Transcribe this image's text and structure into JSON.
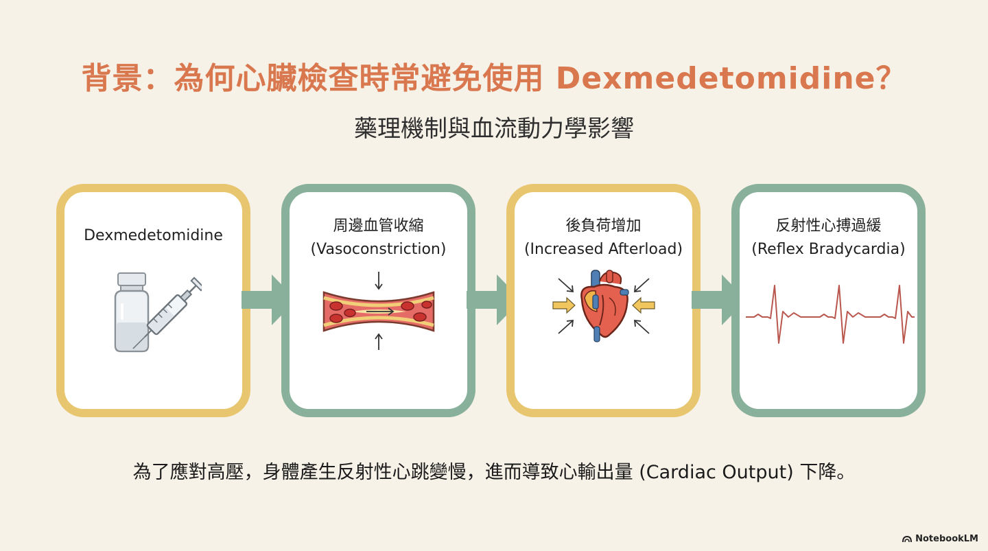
{
  "header": {
    "title": "背景：為何心臟檢查時常避免使用 Dexmedetomidine？",
    "subtitle": "藥理機制與血流動力學影響"
  },
  "steps": [
    {
      "title": "Dexmedetomidine",
      "subtitle": "",
      "icon": "syringe-vial-icon",
      "border_color": "#e8c66f"
    },
    {
      "title": "周邊血管收縮",
      "subtitle": "(Vasoconstriction)",
      "icon": "constricted-vessel-icon",
      "border_color": "#88b09a"
    },
    {
      "title": "後負荷增加",
      "subtitle": "(Increased Afterload)",
      "icon": "heart-pressure-icon",
      "border_color": "#e8c66f"
    },
    {
      "title": "反射性心搏過緩",
      "subtitle": "(Reflex Bradycardia)",
      "icon": "ecg-waveform-icon",
      "border_color": "#88b09a"
    }
  ],
  "footer": {
    "text": "為了應對高壓，身體產生反射性心跳變慢，進而導致心輸出量 (Cardiac Output) 下降。"
  },
  "brand": {
    "label": "NotebookLM"
  },
  "colors": {
    "title": "#d9774f",
    "arrow": "#88b09a",
    "yellow_border": "#e8c66f",
    "green_border": "#88b09a",
    "background": "#f7f2e8"
  }
}
